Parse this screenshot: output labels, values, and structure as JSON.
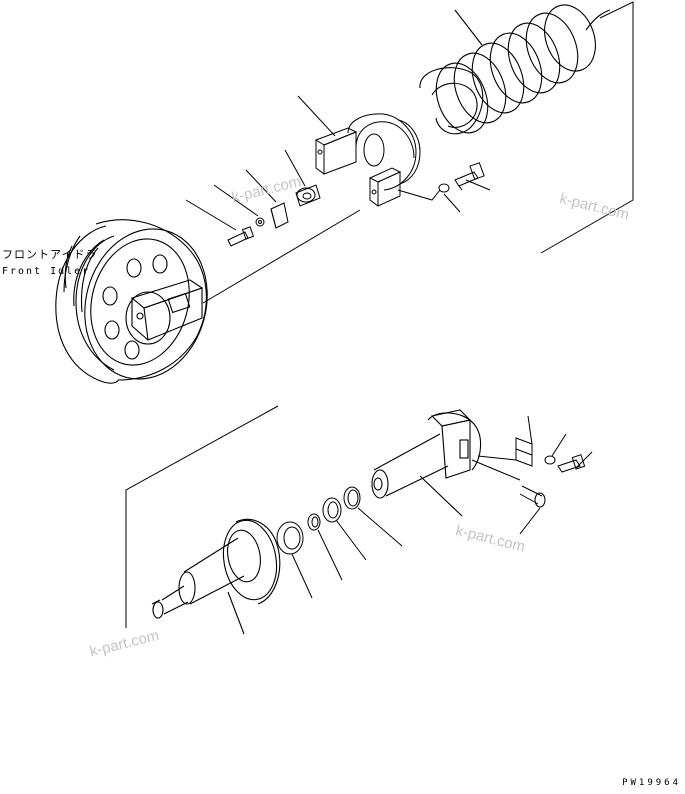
{
  "labels": {
    "part_name_jp": "フロントアイドラ",
    "part_name_en": "Front Idler"
  },
  "drawing_code": "PW19964",
  "watermark": "k-part.com",
  "colors": {
    "line": "#000000",
    "watermark": "#c4c4c4",
    "background": "#ffffff"
  }
}
